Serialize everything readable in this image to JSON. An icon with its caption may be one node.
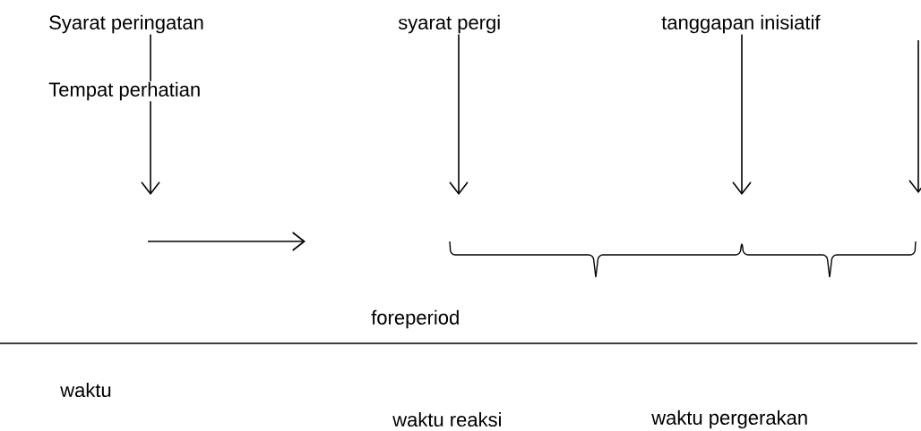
{
  "diagram": {
    "nodes": [
      {
        "text": [
          "Syarat peringatan"
        ]
      },
      {
        "text": [
          "syarat pergi"
        ]
      },
      {
        "text": [
          "tanggapan inisiatif"
        ]
      }
    ],
    "edges": [
      {
        "from": 0,
        "to": null,
        "arrow": "to"
      },
      {
        "from": 1,
        "to": null,
        "arrow": "to"
      },
      {
        "from": 2,
        "to": null,
        "arrow": "to"
      }
    ],
    "labels": [
      "Tempat perhatian",
      "foreperiod",
      "waktu",
      "waktu reaksi",
      "waktu pergerakan"
    ]
  }
}
